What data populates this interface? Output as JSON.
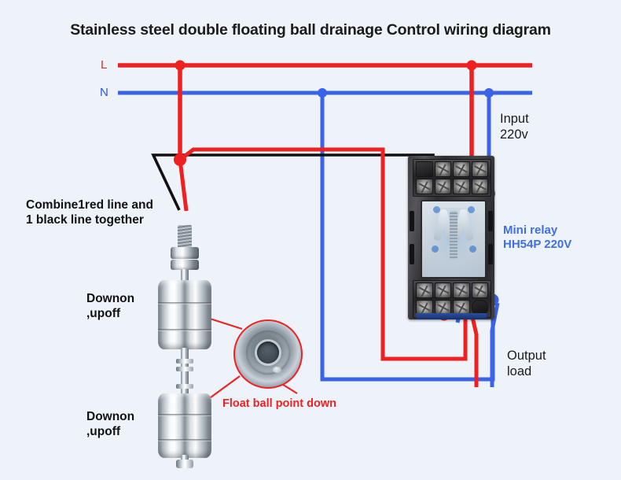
{
  "title": "Stainless steel double floating ball drainage Control wiring diagram",
  "labels": {
    "line_L": "L",
    "line_N": "N",
    "input": "Input\n220v",
    "combine_note": "Combine1red line and\n1 black line together",
    "float_upper_note": "Downon\n,upoff",
    "float_lower_note": "Downon\n,upoff",
    "float_callout": "Float ball point down",
    "relay": "Mini relay\nHH54P 220V",
    "output": "Output\nload"
  },
  "colors": {
    "background": "#eef3fa",
    "live_red": "#ee2020",
    "neutral_blue": "#3a63e8",
    "black_wire": "#111111",
    "title_text": "#1b1b1b",
    "relay_label_blue": "#3f6fe0",
    "callout_red": "#ee2222"
  },
  "components": {
    "relay": {
      "name": "Mini relay HH54P 220V",
      "terminal_rows": 4,
      "terminals_per_row": 4
    },
    "float_switch": {
      "name": "Stainless steel double floating ball level switch",
      "ball_count": 2
    },
    "detail_inset": {
      "name": "Float ball bottom view detail"
    }
  },
  "wires": [
    {
      "id": "bus-L",
      "color": "#ee2020",
      "desc": "Live bus, horizontal top rail"
    },
    {
      "id": "bus-N",
      "color": "#3a63e8",
      "desc": "Neutral bus, horizontal rail"
    },
    {
      "id": "L-to-float",
      "color": "#ee2020",
      "desc": "Live down to float switch junction"
    },
    {
      "id": "float-red-branch",
      "color": "#ee2020",
      "desc": "Red from float junction to relay coil path"
    },
    {
      "id": "float-black",
      "color": "#111111",
      "desc": "Black from float switch to relay terminal"
    },
    {
      "id": "L-to-relay",
      "color": "#ee2020",
      "desc": "Live down to relay input terminal"
    },
    {
      "id": "N-to-relay",
      "color": "#3a63e8",
      "desc": "Neutral down to relay input terminal"
    },
    {
      "id": "relay-out-red",
      "color": "#ee2020",
      "desc": "Relay output contact red loop"
    },
    {
      "id": "relay-out-blue",
      "color": "#3a63e8",
      "desc": "Relay output contact blue loop"
    },
    {
      "id": "load-red",
      "color": "#ee2020",
      "desc": "Red lead to output load"
    },
    {
      "id": "load-blue",
      "color": "#3a63e8",
      "desc": "Blue lead to output load"
    }
  ]
}
